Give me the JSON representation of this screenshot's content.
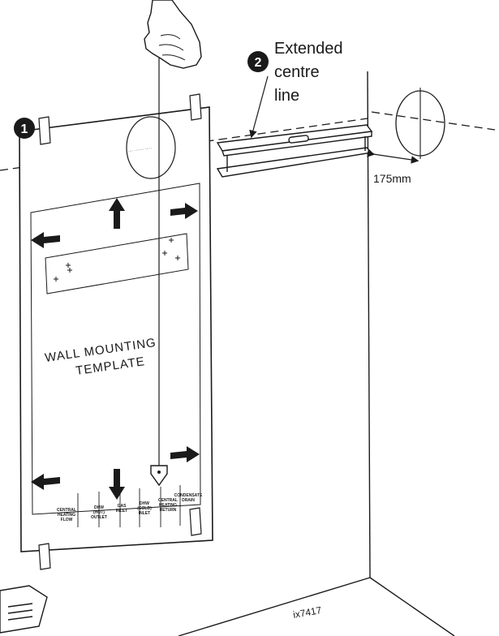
{
  "labels": {
    "marker1": "1",
    "marker2": "2",
    "extended_line1": "Extended",
    "extended_line2": "centre",
    "extended_line3": "line",
    "distance": "175mm",
    "template_line1": "WALL MOUNTING",
    "template_line2": "TEMPLATE",
    "figure_id": "ix7417"
  },
  "connections": [
    {
      "line1": "CENTRAL",
      "line2": "HEATING",
      "line3": "FLOW"
    },
    {
      "line1": "DHW",
      "line2": "(HOT)",
      "line3": "OUTLET"
    },
    {
      "line1": "GAS",
      "line2": "INLET",
      "line3": ""
    },
    {
      "line1": "DHW",
      "line2": "(COLD)",
      "line3": "INLET"
    },
    {
      "line1": "CENTRAL",
      "line2": "HEATING",
      "line3": "RETURN"
    },
    {
      "line1": "CONDENSATE",
      "line2": "DRAIN",
      "line3": ""
    }
  ],
  "icons": [
    "hand-icon",
    "plumb-bob-icon",
    "spirit-level-icon",
    "arrow-up-icon",
    "arrow-down-icon",
    "arrow-left-icon",
    "arrow-right-icon"
  ],
  "colors": {
    "ink": "#1a1a1a",
    "background": "#ffffff"
  }
}
